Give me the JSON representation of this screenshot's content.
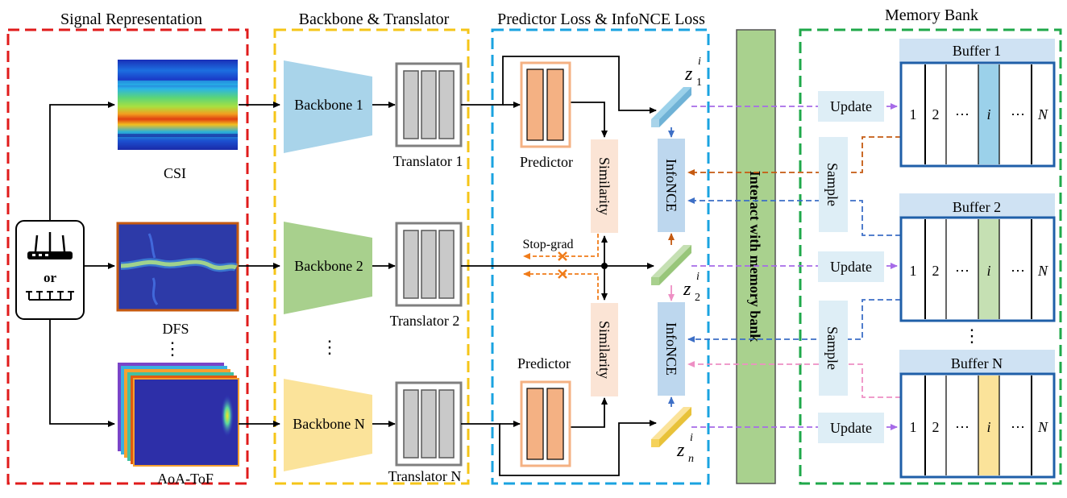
{
  "sections": {
    "signal": "Signal Representation",
    "backbone": "Backbone & Translator",
    "loss": "Predictor Loss & InfoNCE Loss",
    "memory": "Memory Bank"
  },
  "inputs": {
    "csi": "CSI",
    "dfs": "DFS",
    "aoa": "AoA-ToF",
    "device_or": "or",
    "dots": "⋮"
  },
  "backbones": [
    "Backbone 1",
    "Backbone 2",
    "Backbone N"
  ],
  "translators": [
    "Translator 1",
    "Translator 2",
    "Translator N"
  ],
  "branch_dots": "⋮",
  "predictor": "Predictor",
  "similarity": "Similarity",
  "stop_grad": "Stop-grad",
  "infonce": "InfoNCE",
  "embeddings": {
    "z": "z",
    "sup": "i",
    "subs": [
      "1",
      "2",
      "n"
    ]
  },
  "interact": "Interact with memory bank",
  "update": "Update",
  "sample": "Sample",
  "buffers": [
    "Buffer 1",
    "Buffer 2",
    "Buffer N"
  ],
  "buffer_cells": [
    "1",
    "2",
    "⋯",
    "i",
    "⋯",
    "N"
  ],
  "buffer_dots": "⋮",
  "colors": {
    "red": "#e01b1b",
    "yellow": "#f5c518",
    "blue": "#1aa3e0",
    "green": "#1fa84a",
    "bb1": "#a9d4ea",
    "bb2": "#a8d08d",
    "bbN": "#fbe39a",
    "predictor": "#f4b183",
    "similarity": "#fbe4d5",
    "infonce": "#bdd7ee",
    "memory_bar": "#a9d18e",
    "update_box": "#deeef6",
    "buffer_header": "#cfe2f3"
  }
}
